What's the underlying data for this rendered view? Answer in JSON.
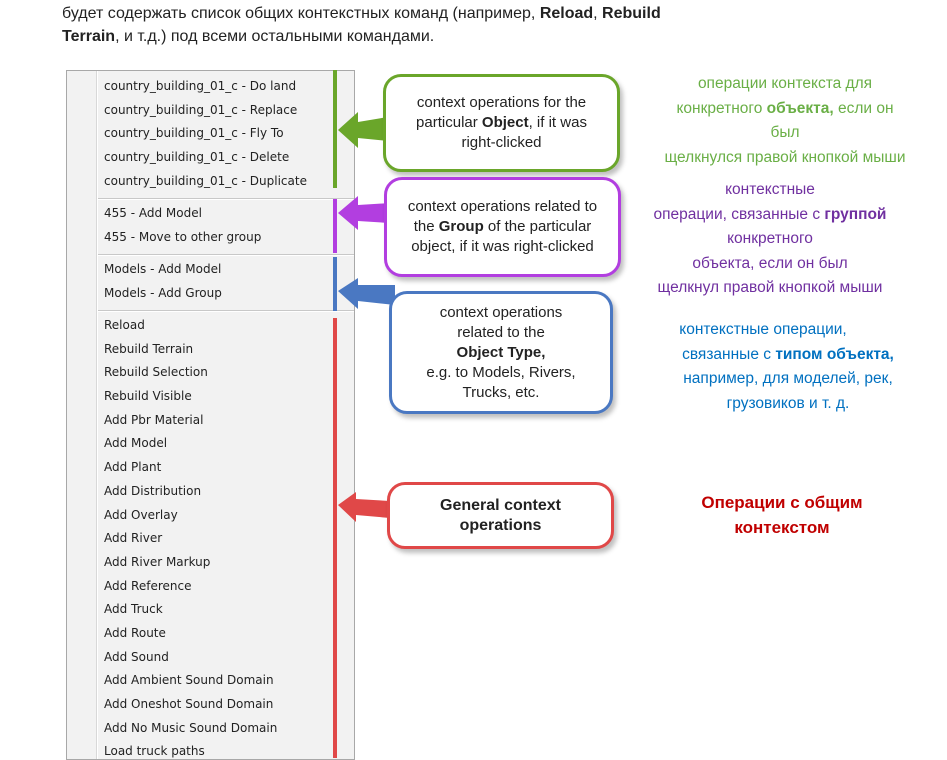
{
  "intro": {
    "line1_prefix": "будет содержать список общих контекстных команд (например, ",
    "reload": "Reload",
    "comma": ", ",
    "rebuild": "Rebuild",
    "terrain": "Terrain",
    "line2_suffix": ", и т.д.) под всеми остальными командами."
  },
  "menu": {
    "object_items": [
      "country_building_01_c - Do land",
      "country_building_01_c - Replace",
      "country_building_01_c - Fly To",
      "country_building_01_c - Delete",
      "country_building_01_c - Duplicate"
    ],
    "group_items": [
      "455 - Add Model",
      "455 - Move to other group"
    ],
    "type_items": [
      "Models - Add Model",
      "Models - Add Group"
    ],
    "general_items": [
      "Reload",
      "Rebuild Terrain",
      "Rebuild Selection",
      "Rebuild Visible",
      "Add Pbr Material",
      "Add Model",
      "Add Plant",
      "Add Distribution",
      "Add Overlay",
      "Add River",
      "Add River Markup",
      "Add Reference",
      "Add Truck",
      "Add Route",
      "Add Sound",
      "Add Ambient Sound Domain",
      "Add Oneshot Sound Domain",
      "Add No Music Sound Domain",
      "Load truck paths"
    ]
  },
  "callouts": {
    "object": {
      "pre": "context operations for the particular ",
      "bold": "Object",
      "post": ", if it was right-clicked"
    },
    "group": {
      "pre": "context operations related to the ",
      "bold": "Group",
      "post": " of the particular object, if it was right-clicked"
    },
    "type": {
      "pre": "context operations related to the ",
      "bold": "Object Type,",
      "post": "e.g. to Models, Rivers, Trucks, etc."
    },
    "general": {
      "bold": "General context operations"
    }
  },
  "russian": {
    "object": {
      "l1": "операции контекста для",
      "l2_pre": "конкретного  ",
      "l2_bold": "объекта,",
      "l2_post": " если он",
      "l3": "был",
      "l4": "щелкнулся правой кнопкой мыши"
    },
    "group": {
      "l1": "контекстные",
      "l2_pre": "операции, связанные с ",
      "l2_bold": "группой",
      "l3": "конкретного",
      "l4": "объекта, если он был",
      "l5": "щелкнул правой кнопкой мыши"
    },
    "type": {
      "l1": "контекстные операции,",
      "l2_pre": "связанные с ",
      "l2_bold": "типом объекта,",
      "l3": "например, для моделей, рек,",
      "l4": "грузовиков и т. д."
    },
    "general": {
      "l1": "Операции с общим",
      "l2": "контекстом"
    }
  },
  "colors": {
    "green": "#6aa62a",
    "purple": "#b23ee0",
    "blue": "#4a78c2",
    "red": "#e04848",
    "ru_green": "#6aaf46",
    "ru_purple": "#7030a0",
    "ru_blue": "#0070c0",
    "ru_red": "#c00000"
  }
}
